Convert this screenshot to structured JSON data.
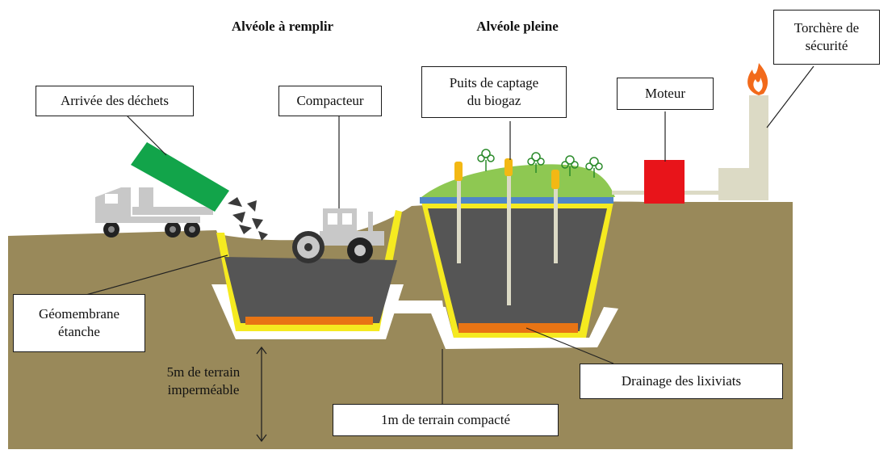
{
  "headings": {
    "cell_to_fill": "Alvéole à remplir",
    "cell_full": "Alvéole pleine"
  },
  "labels": {
    "waste_arrival": "Arrivée des déchets",
    "compactor": "Compacteur",
    "biogas_well_line1": "Puits de captage",
    "biogas_well_line2": "du biogaz",
    "engine": "Moteur",
    "flare_line1": "Torchère de",
    "flare_line2": "sécurité",
    "geomembrane_line1": "Géomembrane",
    "geomembrane_line2": "étanche",
    "impermeable_line1": "5m de terrain",
    "impermeable_line2": "imperméable",
    "compacted_ground": "1m de terrain compacté",
    "leachate_drainage": "Drainage des lixiviats"
  },
  "colors": {
    "ground": "#99895a",
    "waste": "#555555",
    "geomembrane": "#f5ea20",
    "drainage": "#e87414",
    "clay_layer": "#ffffff",
    "grass": "#8ec852",
    "cover_layer": "#4f86c6",
    "truck": "#c8c8c8",
    "container": "#12a44a",
    "engine": "#e8141a",
    "pipe": "#dcdac5",
    "flame": "#f26a1b"
  }
}
